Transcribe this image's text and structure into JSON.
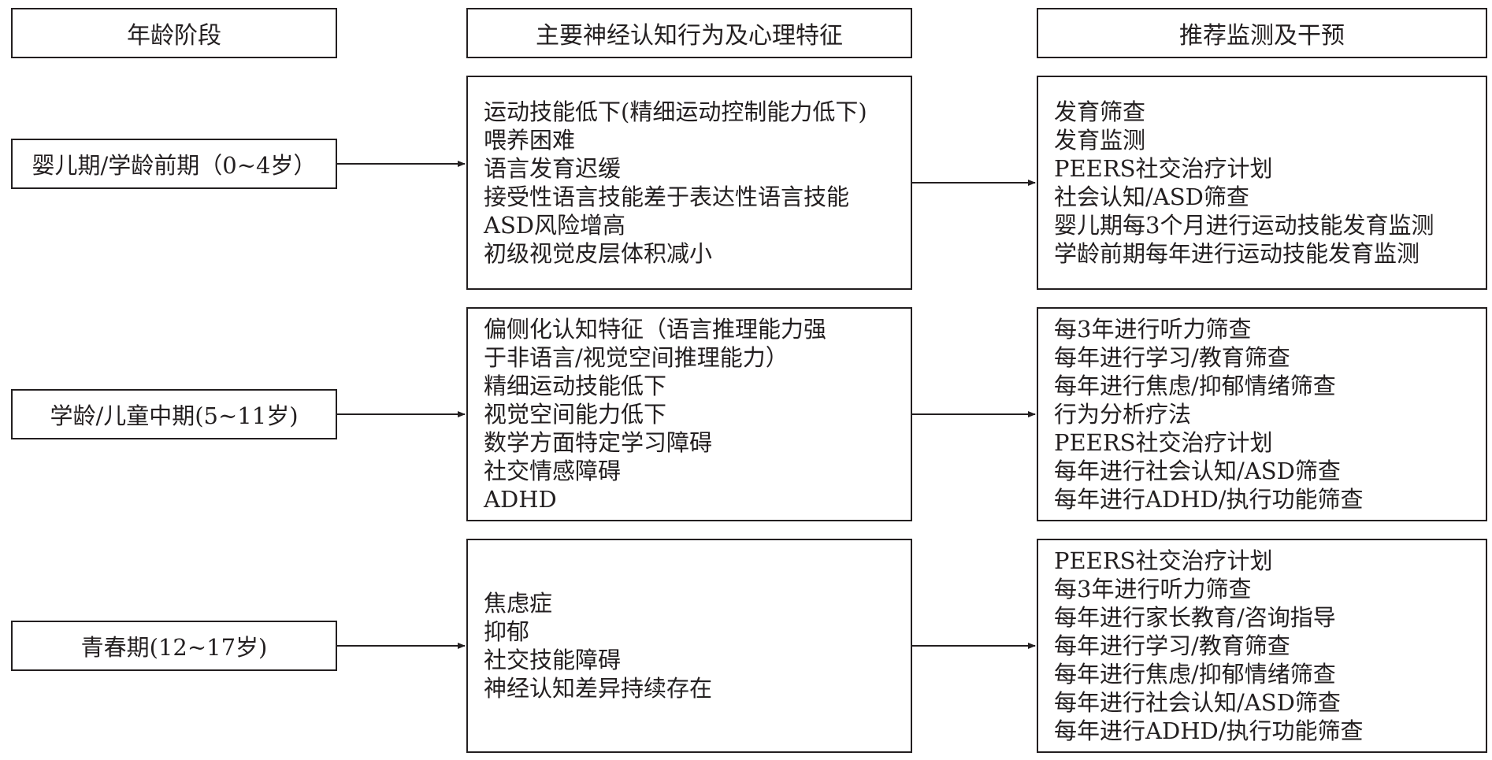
{
  "headers": {
    "stage": "年龄阶段",
    "features": "主要神经认知行为及心理特征",
    "interventions": "推荐监测及干预"
  },
  "rows": [
    {
      "stage": "婴儿期/学龄前期（0~4岁）",
      "features": [
        "运动技能低下(精细运动控制能力低下)",
        "喂养困难",
        "语言发育迟缓",
        "接受性语言技能差于表达性语言技能",
        "ASD风险增高",
        "初级视觉皮层体积减小"
      ],
      "interventions": [
        "发育筛查",
        "发育监测",
        "PEERS社交治疗计划",
        "社会认知/ASD筛查",
        "婴儿期每3个月进行运动技能发育监测",
        "学龄前期每年进行运动技能发育监测"
      ]
    },
    {
      "stage": "学龄/儿童中期(5~11岁)",
      "features": [
        "偏侧化认知特征（语言推理能力强",
        "于非语言/视觉空间推理能力）",
        "精细运动技能低下",
        "视觉空间能力低下",
        "数学方面特定学习障碍",
        "社交情感障碍",
        "ADHD"
      ],
      "interventions": [
        "每3年进行听力筛查",
        "每年进行学习/教育筛查",
        "每年进行焦虑/抑郁情绪筛查",
        "行为分析疗法",
        "PEERS社交治疗计划",
        "每年进行社会认知/ASD筛查",
        "每年进行ADHD/执行功能筛查"
      ]
    },
    {
      "stage": "青春期(12~17岁)",
      "features": [
        "焦虑症",
        "抑郁",
        "社交技能障碍",
        "神经认知差异持续存在"
      ],
      "interventions": [
        "PEERS社交治疗计划",
        "每3年进行听力筛查",
        "每年进行家长教育/咨询指导",
        "每年进行学习/教育筛查",
        "每年进行焦虑/抑郁情绪筛查",
        "每年进行社会认知/ASD筛查",
        "每年进行ADHD/执行功能筛查"
      ]
    }
  ]
}
